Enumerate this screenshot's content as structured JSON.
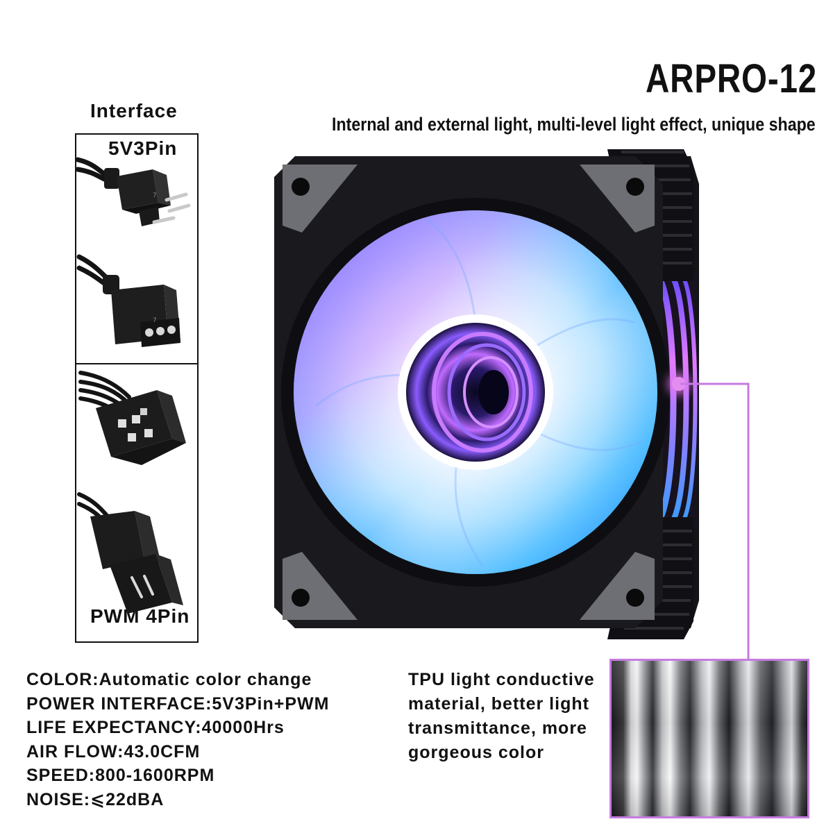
{
  "header": {
    "model": "ARPRO-12",
    "tagline": "Internal and external light, multi-level light effect, unique shape"
  },
  "interface": {
    "label": "Interface",
    "connector_top": "5V3Pin",
    "connector_bottom": "PWM 4Pin"
  },
  "specs": [
    "COLOR:Automatic color change",
    "POWER INTERFACE:5V3Pin+PWM",
    "LIFE EXPECTANCY:40000Hrs",
    "AIR FLOW:43.0CFM",
    "SPEED:800-1600RPM",
    "NOISE:⩽22dBA"
  ],
  "tpu_note": [
    "TPU light conductive",
    "material, better light",
    "transmittance, more",
    "gorgeous color"
  ],
  "colors": {
    "accent_line": "#c57be0",
    "frame": "#1a1a1e",
    "corner_pad": "#6e6f74"
  }
}
